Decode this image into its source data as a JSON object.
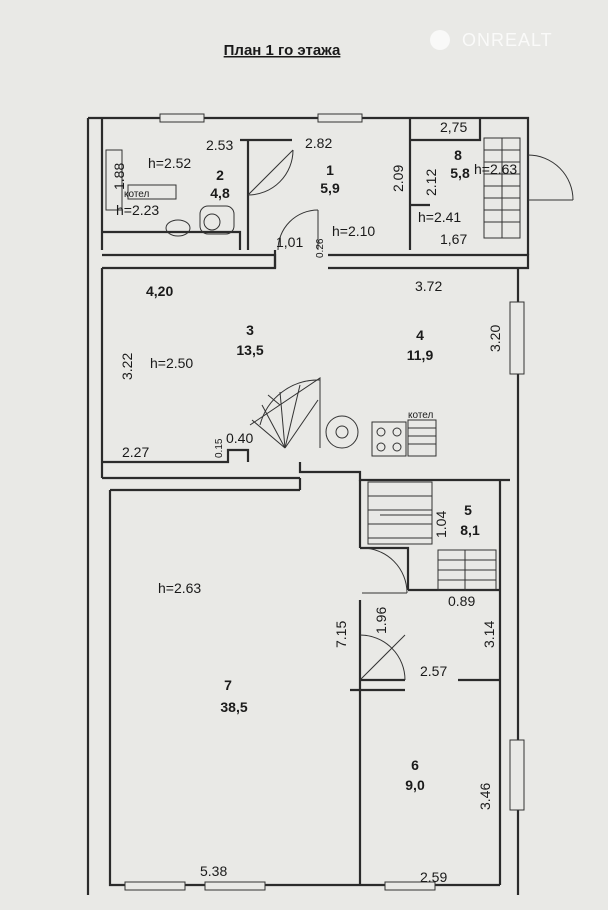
{
  "title": "План 1 го этажа",
  "watermark": "ONREALT",
  "rooms": [
    {
      "number": "1",
      "area": "5,9"
    },
    {
      "number": "2",
      "area": "4,8"
    },
    {
      "number": "3",
      "area": "13,5"
    },
    {
      "number": "4",
      "area": "11,9"
    },
    {
      "number": "5",
      "area": "8,1"
    },
    {
      "number": "6",
      "area": "9,0"
    },
    {
      "number": "7",
      "area": "38,5"
    },
    {
      "number": "8",
      "area": "5,8"
    }
  ],
  "heights": [
    "h=2.52",
    "h=2.23",
    "h=2.10",
    "h=2.63",
    "h=2.41",
    "h=2.50",
    "h=2.63"
  ],
  "dimensions": [
    "2.53",
    "1.88",
    "2.82",
    "2.09",
    "2,75",
    "2.12",
    "1,67",
    "1,01",
    "0.26",
    "4,20",
    "3.72",
    "3.22",
    "3.20",
    "2.27",
    "0.15",
    "0.40",
    "1.04",
    "0.89",
    "1.96",
    "7.15",
    "3.14",
    "2.57",
    "3.46",
    "5.38",
    "2.59"
  ],
  "fixtures": {
    "boiler_label": "котел"
  }
}
